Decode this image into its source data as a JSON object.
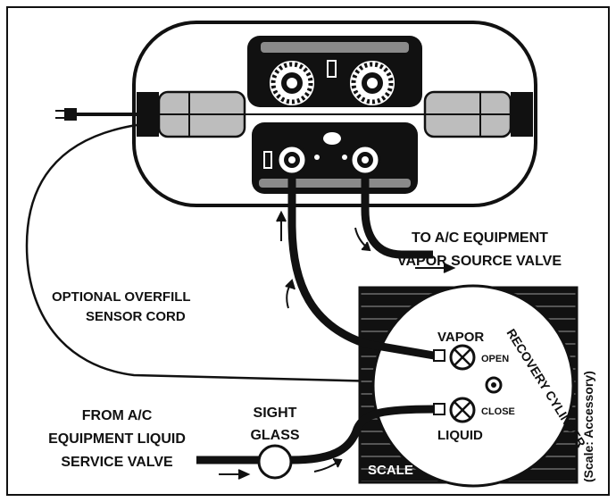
{
  "labels": {
    "to_ac_equipment_1": "TO A/C EQUIPMENT",
    "to_ac_equipment_2": "VAPOR SOURCE VALVE",
    "overfill_1": "OPTIONAL OVERFILL",
    "overfill_2": "SENSOR CORD",
    "from_ac_1": "FROM A/C",
    "from_ac_2": "EQUIPMENT LIQUID",
    "from_ac_3": "SERVICE VALVE",
    "sight_1": "SIGHT",
    "sight_2": "GLASS",
    "vapor": "VAPOR",
    "open": "OPEN",
    "close": "CLOSE",
    "liquid": "LIQUID",
    "recovery_cylinder": "RECOVERY CYLINDER",
    "scale": "SCALE",
    "scale_note": "(Scale: Accessory)"
  },
  "colors": {
    "ink": "#111111",
    "gray": "#bdbdbd",
    "dark_gray": "#555555",
    "paper": "#ffffff"
  }
}
